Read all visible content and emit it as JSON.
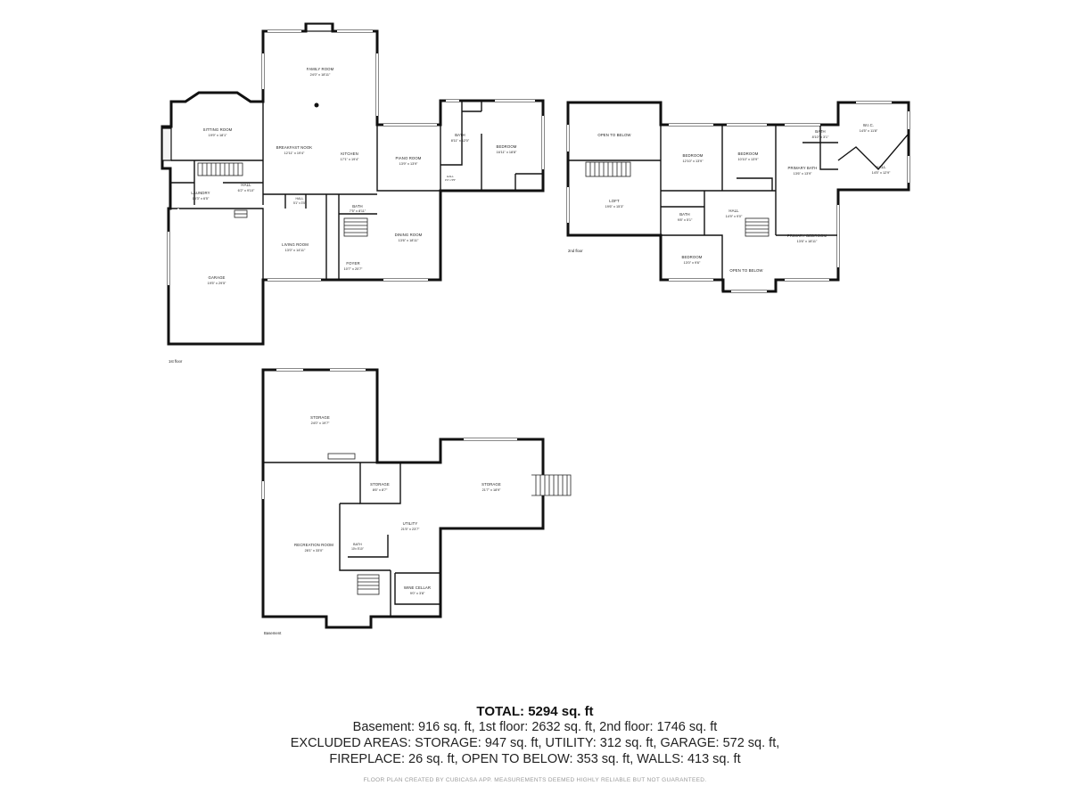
{
  "rooms": [
    {
      "id": "family-room",
      "name": "FAMILY ROOM",
      "dims": "24'0\" x 18'11\""
    },
    {
      "id": "sitting-room",
      "name": "SITTING ROOM",
      "dims": "19'9\" x 18'1\""
    },
    {
      "id": "breakfast-nook",
      "name": "BREAKFAST NOOK",
      "dims": "12'11\" x 19'4\""
    },
    {
      "id": "kitchen",
      "name": "KITCHEN",
      "dims": "17'1\" x 19'4\""
    },
    {
      "id": "piano-room",
      "name": "PIANO ROOM",
      "dims": "13'9\" x 13'9\""
    },
    {
      "id": "bath-1a",
      "name": "BATH",
      "dims": "8'11\" x 12'0\""
    },
    {
      "id": "bedroom-1",
      "name": "BEDROOM",
      "dims": "16'11\" x 18'8\""
    },
    {
      "id": "laundry",
      "name": "LAUNDRY",
      "dims": "13'3\" x 6'5\""
    },
    {
      "id": "hall-1",
      "name": "HALL",
      "dims": "6'2\" x 9'10\""
    },
    {
      "id": "half-bath",
      "name": "HALL",
      "dims": "5'1\" x 3'5\""
    },
    {
      "id": "bath-1b",
      "name": "BATH",
      "dims": "7'5\" x 8'11\""
    },
    {
      "id": "living-room",
      "name": "LIVING ROOM",
      "dims": "13'0\" x 14'11\""
    },
    {
      "id": "dining-room",
      "name": "DINING ROOM",
      "dims": "13'6\" x 18'11\""
    },
    {
      "id": "foyer",
      "name": "FOYER",
      "dims": "10'7\" x 20'7\""
    },
    {
      "id": "garage",
      "name": "GARAGE",
      "dims": "19'5\" x 29'5\""
    },
    {
      "id": "closet-1",
      "name": "HALL",
      "dims": "3'4\" x 5'5\""
    },
    {
      "id": "open-below-1",
      "name": "OPEN TO BELOW",
      "dims": ""
    },
    {
      "id": "loft",
      "name": "LOFT",
      "dims": "19'6\" x 15'3\""
    },
    {
      "id": "bedroom-2",
      "name": "BEDROOM",
      "dims": "12'10\" x 13'9\""
    },
    {
      "id": "bedroom-3",
      "name": "BEDROOM",
      "dims": "10'10\" x 13'9\""
    },
    {
      "id": "bath-2a",
      "name": "BATH",
      "dims": "8'10\" x 3'1\""
    },
    {
      "id": "wic",
      "name": "W.I.C.",
      "dims": "14'5\" x 11'8\""
    },
    {
      "id": "hall-2b",
      "name": "HALL",
      "dims": "14'5\" x 12'9\""
    },
    {
      "id": "primary-bath",
      "name": "PRIMARY BATH",
      "dims": "13'6\" x 13'9\""
    },
    {
      "id": "bath-2b",
      "name": "BATH",
      "dims": "9'8\" x 5'1\""
    },
    {
      "id": "hall-2a",
      "name": "HALL",
      "dims": "14'9\" x 9'0\""
    },
    {
      "id": "primary-bedroom",
      "name": "PRIMARY BEDROOM",
      "dims": "13'6\" x 18'11\""
    },
    {
      "id": "bedroom-4",
      "name": "BEDROOM",
      "dims": "13'0\" x 9'6\""
    },
    {
      "id": "open-below-2",
      "name": "OPEN TO BELOW",
      "dims": ""
    },
    {
      "id": "storage-1",
      "name": "STORAGE",
      "dims": "24'0\" x 19'7\""
    },
    {
      "id": "storage-2",
      "name": "STORAGE",
      "dims": "8'6\" x 8'7\""
    },
    {
      "id": "storage-3",
      "name": "STORAGE",
      "dims": "21'7\" x 18'9\""
    },
    {
      "id": "utility",
      "name": "UTILITY",
      "dims": "21'5\" x 23'7\""
    },
    {
      "id": "recreation-room",
      "name": "RECREATION ROOM",
      "dims": "28'1\" x 33'0\""
    },
    {
      "id": "bath-b",
      "name": "BATH",
      "dims": "10'x 5'10\""
    },
    {
      "id": "wine-cellar",
      "name": "WINE CELLAR",
      "dims": "9'0\" x 3'8\""
    }
  ],
  "floors": {
    "first": "1st floor",
    "second": "2nd floor",
    "basement": "Basement"
  },
  "summary": {
    "total": "TOTAL: 5294 sq. ft",
    "line1": "Basement: 916 sq. ft, 1st floor: 2632 sq. ft, 2nd floor: 1746 sq. ft",
    "line2": "EXCLUDED AREAS: STORAGE: 947 sq. ft, UTILITY: 312 sq. ft, GARAGE: 572 sq. ft,",
    "line3": "FIREPLACE: 26 sq. ft, OPEN TO BELOW: 353 sq. ft, WALLS: 413 sq. ft"
  },
  "credit": "FLOOR PLAN CREATED BY CUBICASA APP. MEASUREMENTS DEEMED HIGHLY RELIABLE BUT NOT GUARANTEED."
}
